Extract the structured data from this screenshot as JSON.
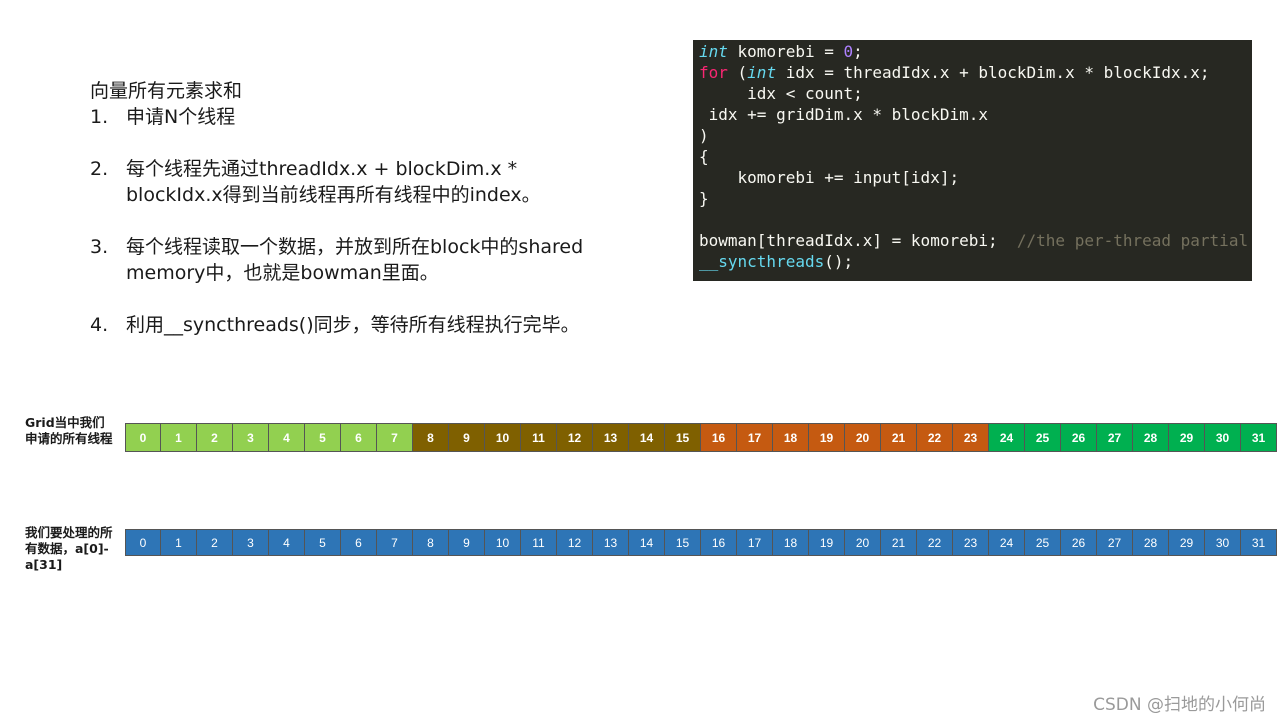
{
  "steps": {
    "title": "向量所有元素求和",
    "items": [
      {
        "num": "1.",
        "text": "申请N个线程"
      },
      {
        "num": "2.",
        "text": "每个线程先通过threadIdx.x  + blockDim.x * blockIdx.x得到当前线程再所有线程中的index。"
      },
      {
        "num": "3.",
        "text": "每个线程读取一个数据，并放到所在block中的shared memory中，也就是bowman里面。"
      },
      {
        "num": "4.",
        "text": "利用__syncthreads()同步，等待所有线程执行完毕。"
      }
    ]
  },
  "code": {
    "lines": [
      [
        {
          "t": "int",
          "c": "ty"
        },
        {
          "t": " komorebi = ",
          "c": ""
        },
        {
          "t": "0",
          "c": "nm"
        },
        {
          "t": ";",
          "c": ""
        }
      ],
      [
        {
          "t": "for",
          "c": "kw"
        },
        {
          "t": " (",
          "c": ""
        },
        {
          "t": "int",
          "c": "ty"
        },
        {
          "t": " idx = threadIdx.x + blockDim.x * blockIdx.x;",
          "c": ""
        }
      ],
      [
        {
          "t": "     idx < count;",
          "c": ""
        }
      ],
      [
        {
          "t": " idx += gridDim.x * blockDim.x",
          "c": ""
        }
      ],
      [
        {
          "t": ")",
          "c": ""
        }
      ],
      [
        {
          "t": "{",
          "c": ""
        }
      ],
      [
        {
          "t": "    komorebi += input[idx];",
          "c": ""
        }
      ],
      [
        {
          "t": "}",
          "c": ""
        }
      ],
      [
        {
          "t": "",
          "c": ""
        }
      ],
      [
        {
          "t": "bowman[threadIdx.x] = komorebi;  ",
          "c": ""
        },
        {
          "t": "//the per-thread partial sum",
          "c": "cm"
        }
      ],
      [
        {
          "t": "__syncthreads",
          "c": "fn"
        },
        {
          "t": "();",
          "c": ""
        }
      ]
    ]
  },
  "threads_row": {
    "label": "Grid当中我们申请的所有线程",
    "values": [
      "0",
      "1",
      "2",
      "3",
      "4",
      "5",
      "6",
      "7",
      "8",
      "9",
      "10",
      "11",
      "12",
      "13",
      "14",
      "15",
      "16",
      "17",
      "18",
      "19",
      "20",
      "21",
      "22",
      "23",
      "24",
      "25",
      "26",
      "27",
      "28",
      "29",
      "30",
      "31"
    ],
    "block_colors": [
      "#92d050",
      "#7f6000",
      "#c55a11",
      "#00b050"
    ]
  },
  "data_row": {
    "label": "我们要处理的所有数据，a[0]-a[31]",
    "values": [
      "0",
      "1",
      "2",
      "3",
      "4",
      "5",
      "6",
      "7",
      "8",
      "9",
      "10",
      "11",
      "12",
      "13",
      "14",
      "15",
      "16",
      "17",
      "18",
      "19",
      "20",
      "21",
      "22",
      "23",
      "24",
      "25",
      "26",
      "27",
      "28",
      "29",
      "30",
      "31"
    ],
    "color": "#2e75b6"
  },
  "watermark": "CSDN @扫地的小何尚"
}
